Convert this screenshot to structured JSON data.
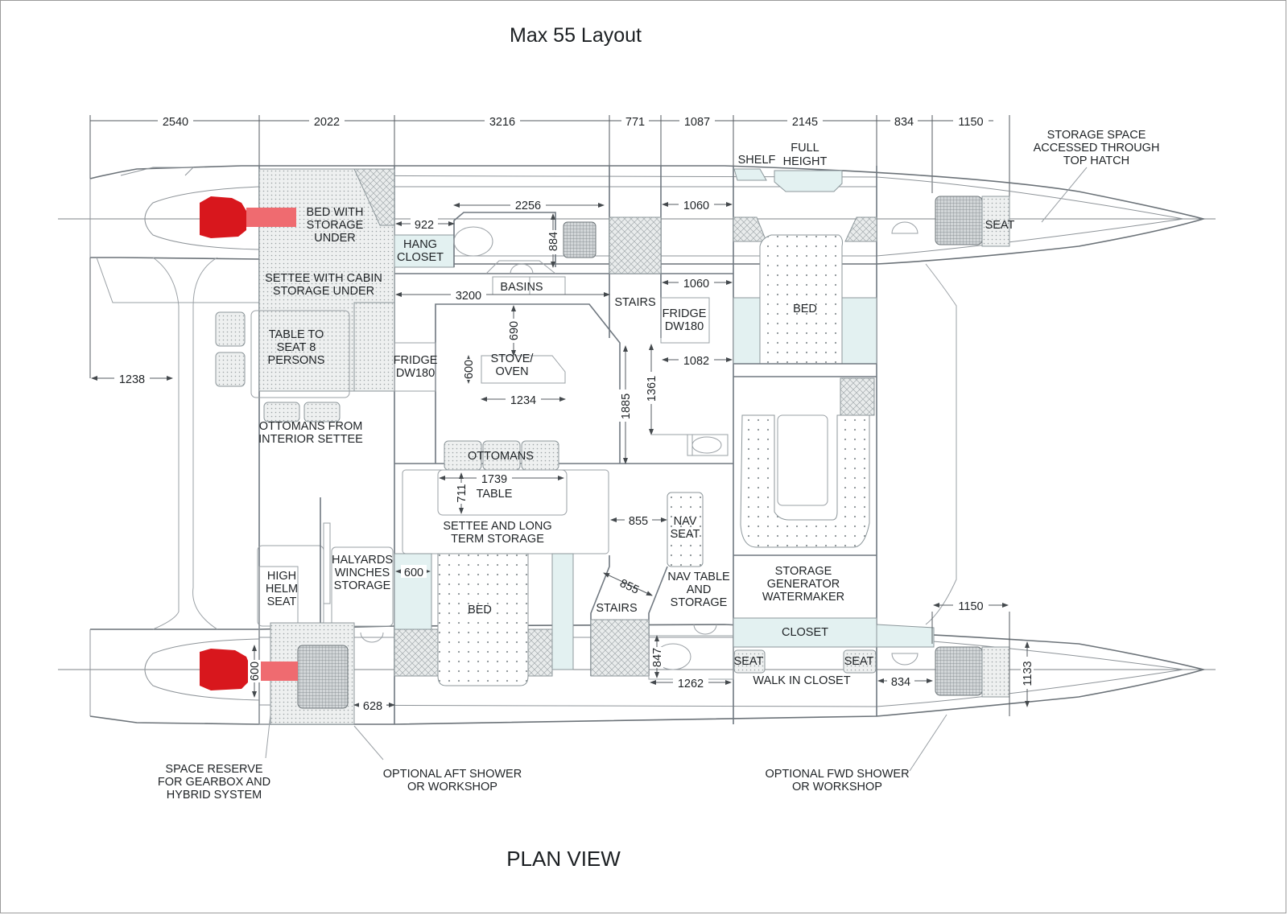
{
  "title": "Max 55 Layout",
  "footer": "PLAN VIEW",
  "colors": {
    "engine": "#d8171d",
    "shaft": "#ef6b70",
    "tint": "#e3f1f1",
    "line": "#6b7278",
    "text": "#1f2326"
  },
  "dimensions": {
    "top_chain": [
      "2540",
      "2022",
      "3216",
      "771",
      "1087",
      "2145",
      "834",
      "1150"
    ],
    "d2256": "2256",
    "d922": "922",
    "d884": "884",
    "d1060a": "1060",
    "d1060b": "1060",
    "d3200": "3200",
    "d690": "690",
    "d600_stove": "600",
    "d1234": "1234",
    "d1885": "1885",
    "d1361": "1361",
    "d1082": "1082",
    "d1238": "1238",
    "d1739": "1739",
    "d711": "711",
    "d855a": "855",
    "d855b": "855",
    "d600_hall": "600",
    "d600_shaft": "600",
    "d628": "628",
    "d847": "847",
    "d1262": "1262",
    "d834_port": "834",
    "d1150_port": "1150",
    "d1133": "1133"
  },
  "labels": {
    "bed_storage": [
      "BED WITH",
      "STORAGE",
      "UNDER"
    ],
    "hang_closet": [
      "HANG",
      "CLOSET"
    ],
    "settee_cabin": [
      "SETTEE WITH CABIN",
      "STORAGE UNDER"
    ],
    "basins": "BASINS",
    "stairs_top": "STAIRS",
    "fridge_right": [
      "FRIDGE",
      "DW180"
    ],
    "fridge_left": [
      "FRIDGE",
      "DW180"
    ],
    "stove": [
      "STOVE/",
      "OVEN"
    ],
    "table8": [
      "TABLE TO",
      "SEAT 8",
      "PERSONS"
    ],
    "ottomans_from": [
      "OTTOMANS FROM",
      "INTERIOR SETTEE"
    ],
    "shelf": "SHELF",
    "full_height": [
      "FULL",
      "HEIGHT"
    ],
    "storage_hatch": [
      "STORAGE SPACE",
      "ACCESSED THROUGH",
      "TOP HATCH"
    ],
    "seat_stbd": "SEAT",
    "bed_fwd": "BED",
    "ottomans": "OTTOMANS",
    "table": "TABLE",
    "settee_long": [
      "SETTEE AND LONG",
      "TERM STORAGE"
    ],
    "nav_seat": [
      "NAV",
      "SEAT"
    ],
    "nav_table": [
      "NAV TABLE",
      "AND",
      "STORAGE"
    ],
    "storage_gen": [
      "STORAGE",
      "GENERATOR",
      "WATERMAKER"
    ],
    "halyards": [
      "HALYARDS",
      "WINCHES",
      "STORAGE"
    ],
    "high_helm": [
      "HIGH",
      "HELM",
      "SEAT"
    ],
    "bed_aft": "BED",
    "stairs_bottom": "STAIRS",
    "closet": "CLOSET",
    "seat_a": "SEAT",
    "seat_b": "SEAT",
    "walk_in": "WALK IN CLOSET",
    "space_reserve": [
      "SPACE RESERVE",
      "FOR GEARBOX AND",
      "HYBRID SYSTEM"
    ],
    "opt_aft": [
      "OPTIONAL AFT SHOWER",
      "OR WORKSHOP"
    ],
    "opt_fwd": [
      "OPTIONAL FWD SHOWER",
      "OR WORKSHOP"
    ]
  }
}
